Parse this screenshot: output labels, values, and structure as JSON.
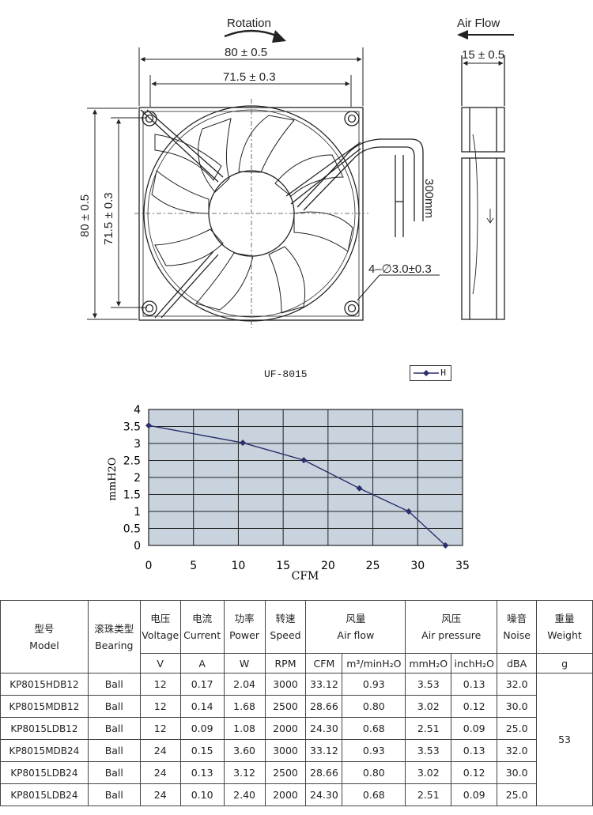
{
  "drawing": {
    "rotation_label": "Rotation",
    "airflow_label": "Air Flow",
    "dim_width_outer": "80 ± 0.5",
    "dim_width_hole": "71.5 ± 0.3",
    "dim_height_outer": "80 ± 0.5",
    "dim_height_hole": "71.5 ± 0.3",
    "dim_depth": "15 ± 0.5",
    "cable_length": "300mm",
    "hole_spec": "4–∅3.0±0.3"
  },
  "chart_data": {
    "type": "line",
    "title": "UF-8015",
    "legend": [
      "H"
    ],
    "xlabel": "CFM",
    "ylabel": "mmH2O",
    "xlim": [
      0,
      35
    ],
    "ylim": [
      0,
      4
    ],
    "xticks": [
      "0",
      "5",
      "10",
      "15",
      "20",
      "25",
      "30",
      "35"
    ],
    "yticks": [
      "0",
      "0.5",
      "1",
      "1.5",
      "2",
      "2.5",
      "3",
      "3.5",
      "4"
    ],
    "grid": true,
    "series": [
      {
        "name": "H",
        "color": "#2b2f6b",
        "x": [
          0,
          10.5,
          17.3,
          23.5,
          29.0,
          33.1
        ],
        "y": [
          3.53,
          3.02,
          2.51,
          1.68,
          1.0,
          0
        ]
      }
    ]
  },
  "table": {
    "headers": [
      {
        "cn": "型号",
        "en": "Model"
      },
      {
        "cn": "滚珠类型",
        "en": "Bearing"
      },
      {
        "cn": "电压",
        "en": "Voltage"
      },
      {
        "cn": "电流",
        "en": "Current"
      },
      {
        "cn": "功率",
        "en": "Power"
      },
      {
        "cn": "转速",
        "en": "Speed"
      },
      {
        "cn": "风量",
        "en": "Air flow"
      },
      {
        "cn": "风压",
        "en": "Air pressure"
      },
      {
        "cn": "噪音",
        "en": "Noise"
      },
      {
        "cn": "重量",
        "en": "Weight"
      }
    ],
    "units": [
      "V",
      "A",
      "W",
      "RPM",
      "CFM",
      "m³/minH₂O",
      "mmH₂O",
      "inchH₂O",
      "dBA",
      "g"
    ],
    "rows": [
      [
        "KP8015HDB12",
        "Ball",
        "12",
        "0.17",
        "2.04",
        "3000",
        "33.12",
        "0.93",
        "3.53",
        "0.13",
        "32.0"
      ],
      [
        "KP8015MDB12",
        "Ball",
        "12",
        "0.14",
        "1.68",
        "2500",
        "28.66",
        "0.80",
        "3.02",
        "0.12",
        "30.0"
      ],
      [
        "KP8015LDB12",
        "Ball",
        "12",
        "0.09",
        "1.08",
        "2000",
        "24.30",
        "0.68",
        "2.51",
        "0.09",
        "25.0"
      ],
      [
        "KP8015MDB24",
        "Ball",
        "24",
        "0.15",
        "3.60",
        "3000",
        "33.12",
        "0.93",
        "3.53",
        "0.13",
        "32.0"
      ],
      [
        "KP8015LDB24",
        "Ball",
        "24",
        "0.13",
        "3.12",
        "2500",
        "28.66",
        "0.80",
        "3.02",
        "0.12",
        "30.0"
      ],
      [
        "KP8015LDB24",
        "Ball",
        "24",
        "0.10",
        "2.40",
        "2000",
        "24.30",
        "0.68",
        "2.51",
        "0.09",
        "25.0"
      ]
    ],
    "weight": "53"
  }
}
